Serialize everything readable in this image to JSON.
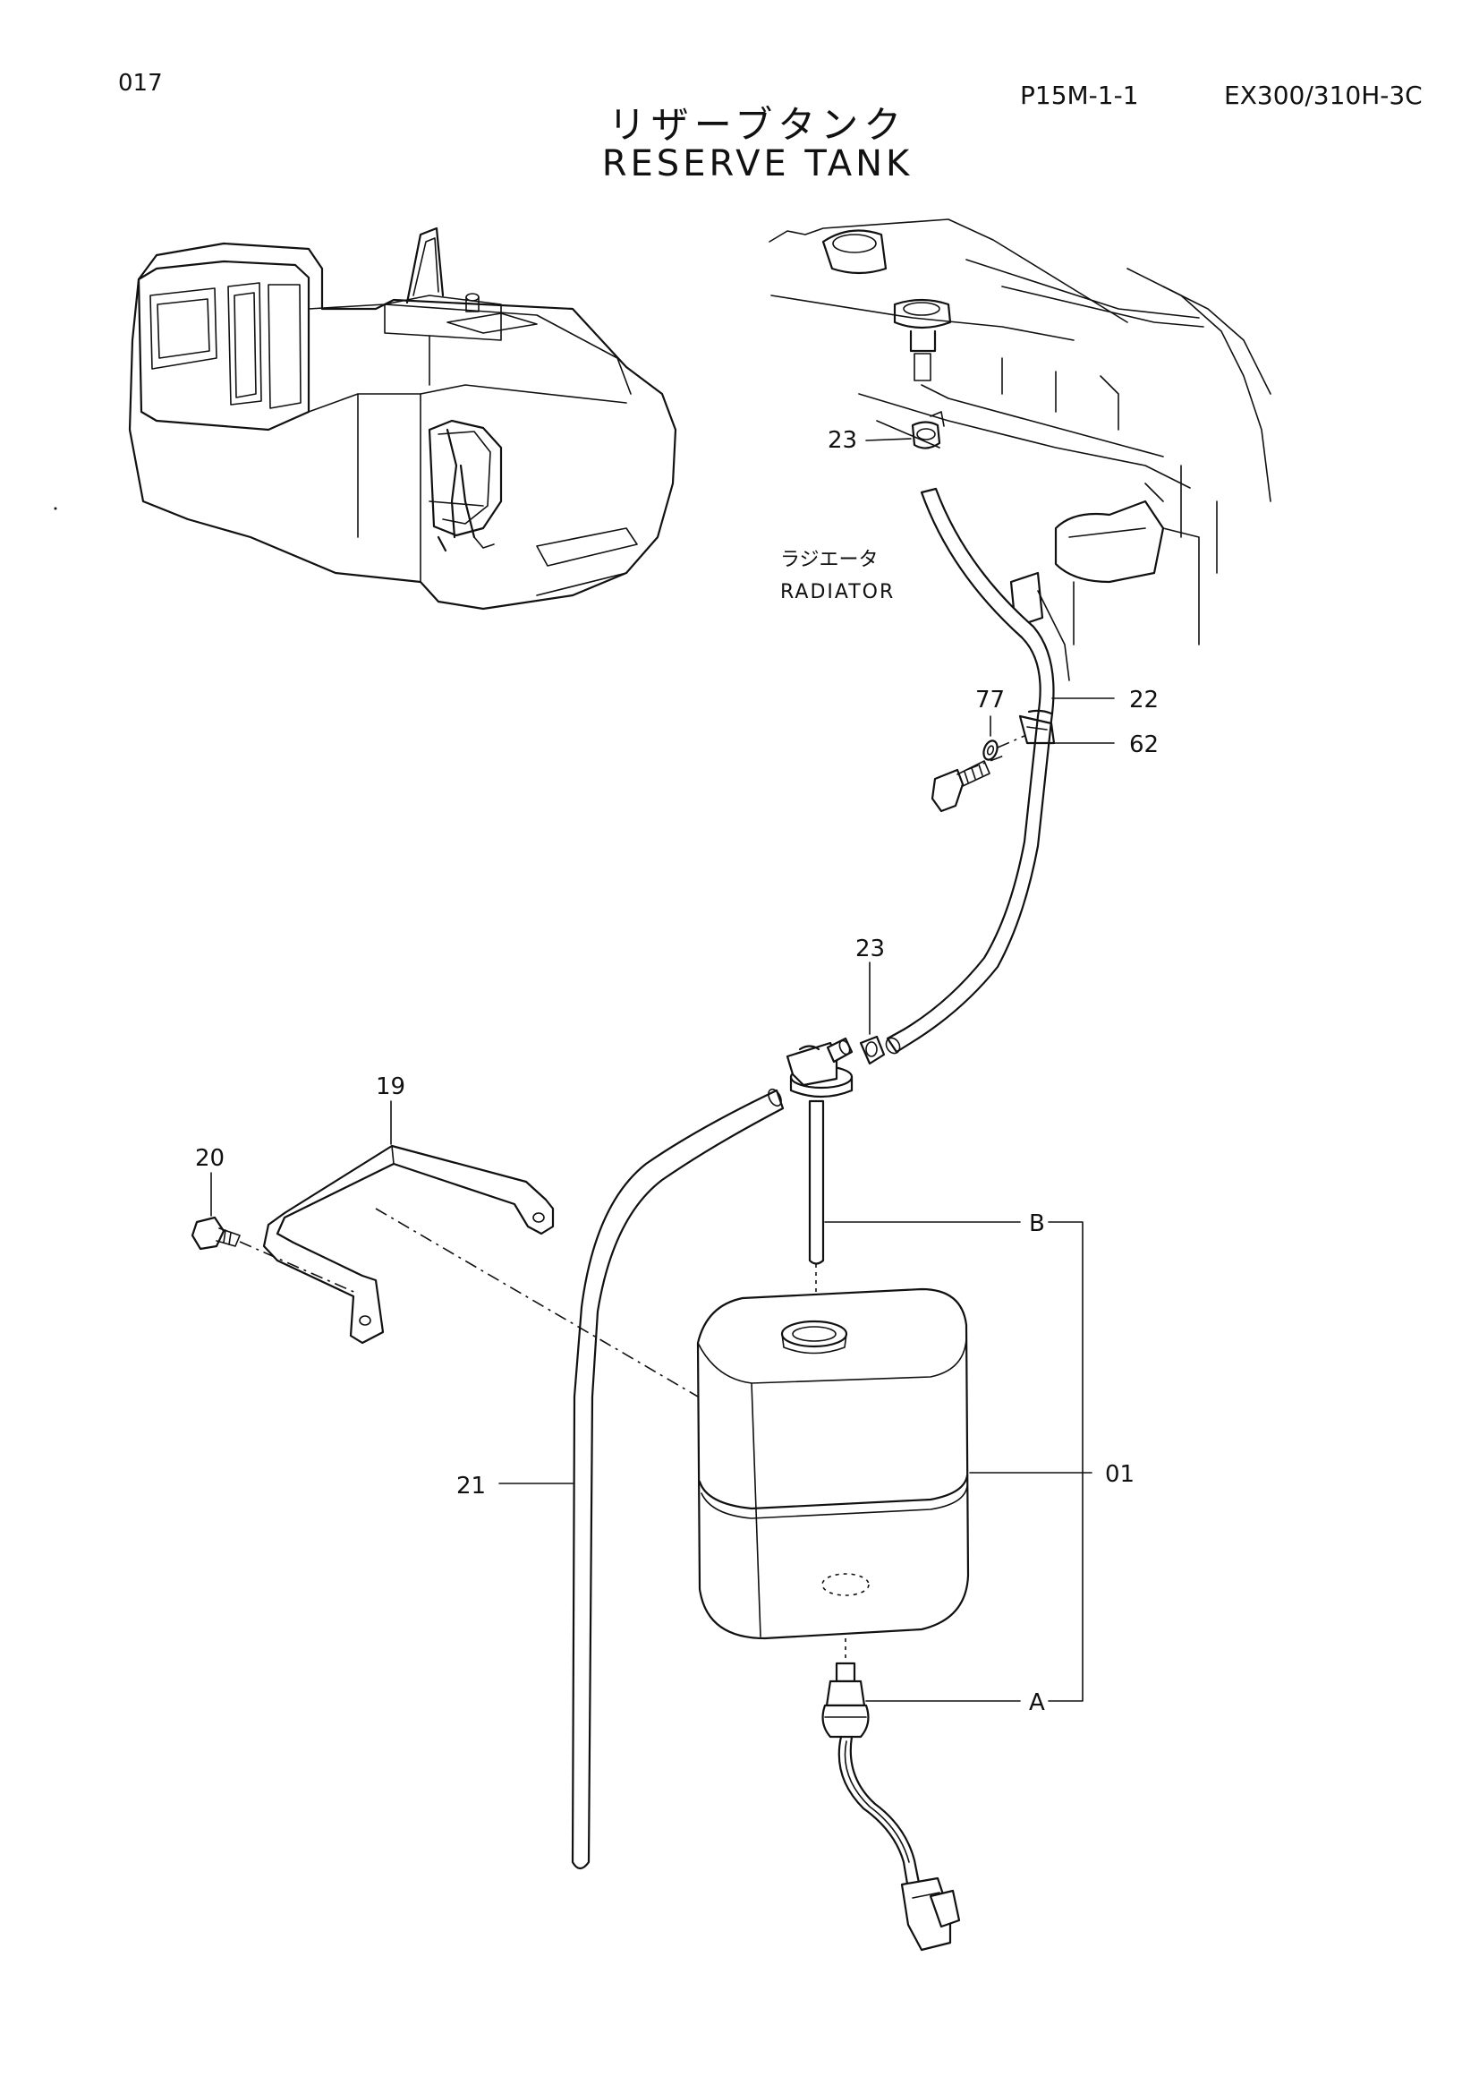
{
  "header": {
    "page_no": "017",
    "code": "P15M-1-1",
    "model": "EX300/310H-3C",
    "title_jp": "リザーブタンク",
    "title_en": "RESERVE TANK"
  },
  "radiator_label": {
    "jp": "ラジエータ",
    "en": "RADIATOR"
  },
  "callouts": {
    "c23_top": "23",
    "c22": "22",
    "c77": "77",
    "c62": "62",
    "c23_mid": "23",
    "c19": "19",
    "c20": "20",
    "cB": "B",
    "c01": "01",
    "c21": "21",
    "cA": "A"
  }
}
